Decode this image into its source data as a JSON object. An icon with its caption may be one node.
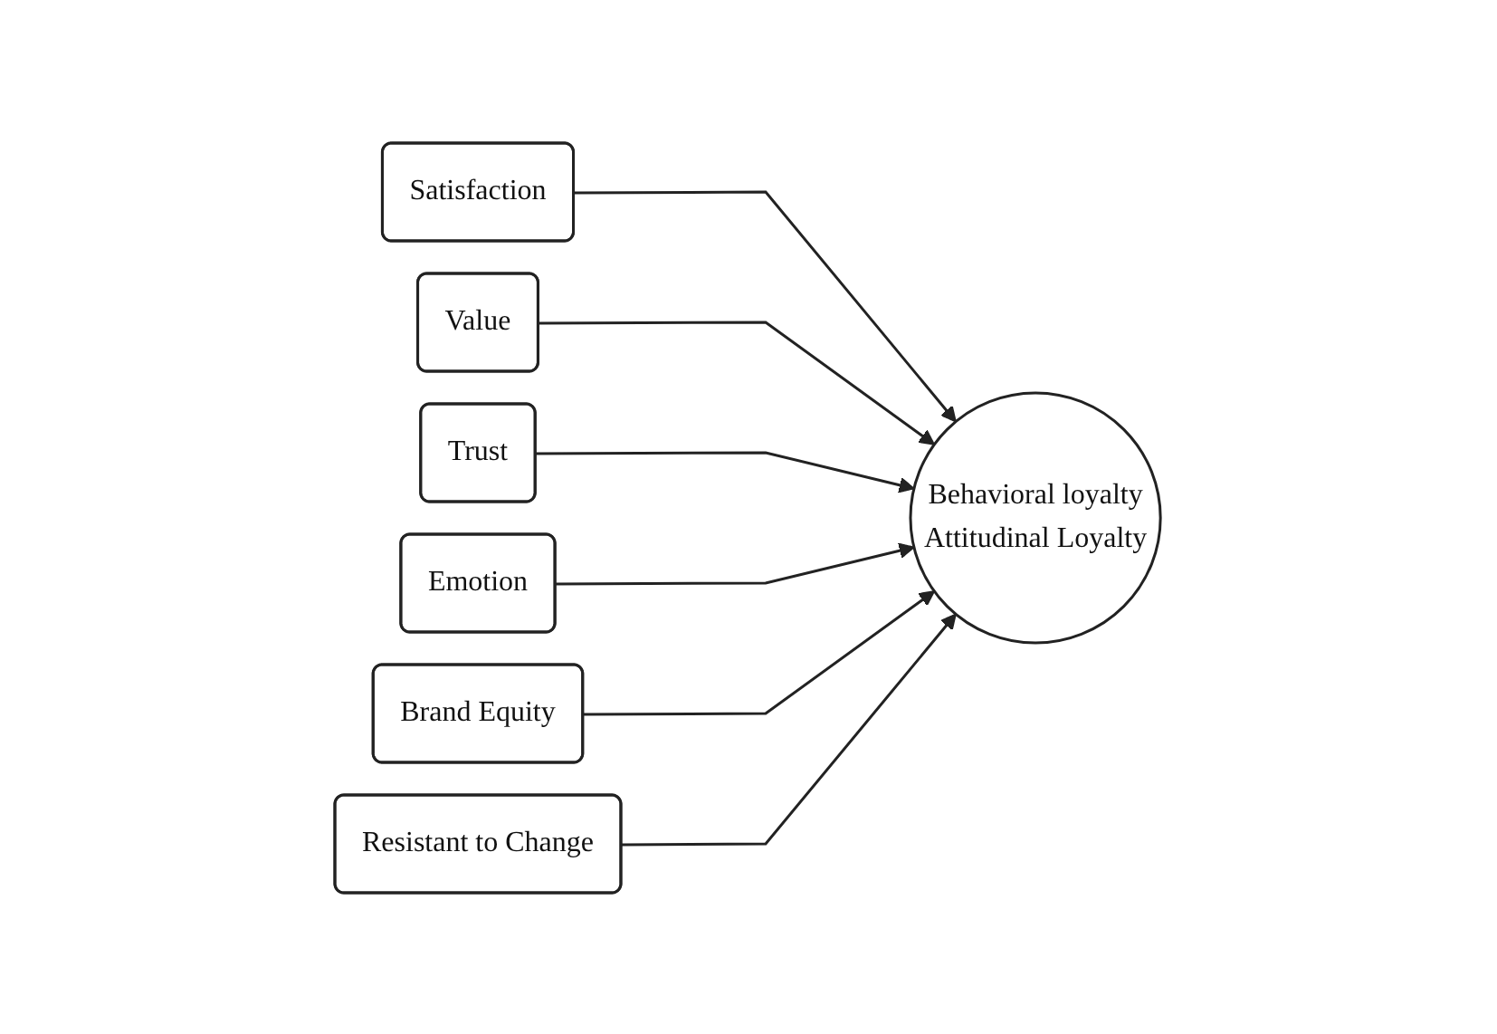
{
  "diagram": {
    "nodes": [
      {
        "text": [
          "Satisfaction"
        ]
      },
      {
        "text": [
          "Value"
        ]
      },
      {
        "text": [
          "Trust"
        ]
      },
      {
        "text": [
          "Emotion"
        ]
      },
      {
        "text": [
          "Brand Equity"
        ]
      },
      {
        "text": [
          "Resistant to Change"
        ]
      },
      {
        "text": [
          "Behavioral loyalty",
          "Attitudinal Loyalty"
        ]
      }
    ],
    "edges": [
      {
        "from": 0,
        "to": 6,
        "arrow": "to"
      },
      {
        "from": 1,
        "to": 6,
        "arrow": "to"
      },
      {
        "from": 2,
        "to": 6,
        "arrow": "to"
      },
      {
        "from": 3,
        "to": 6,
        "arrow": "to"
      },
      {
        "from": 4,
        "to": 6,
        "arrow": "to"
      },
      {
        "from": 5,
        "to": 6,
        "arrow": "to"
      }
    ]
  }
}
